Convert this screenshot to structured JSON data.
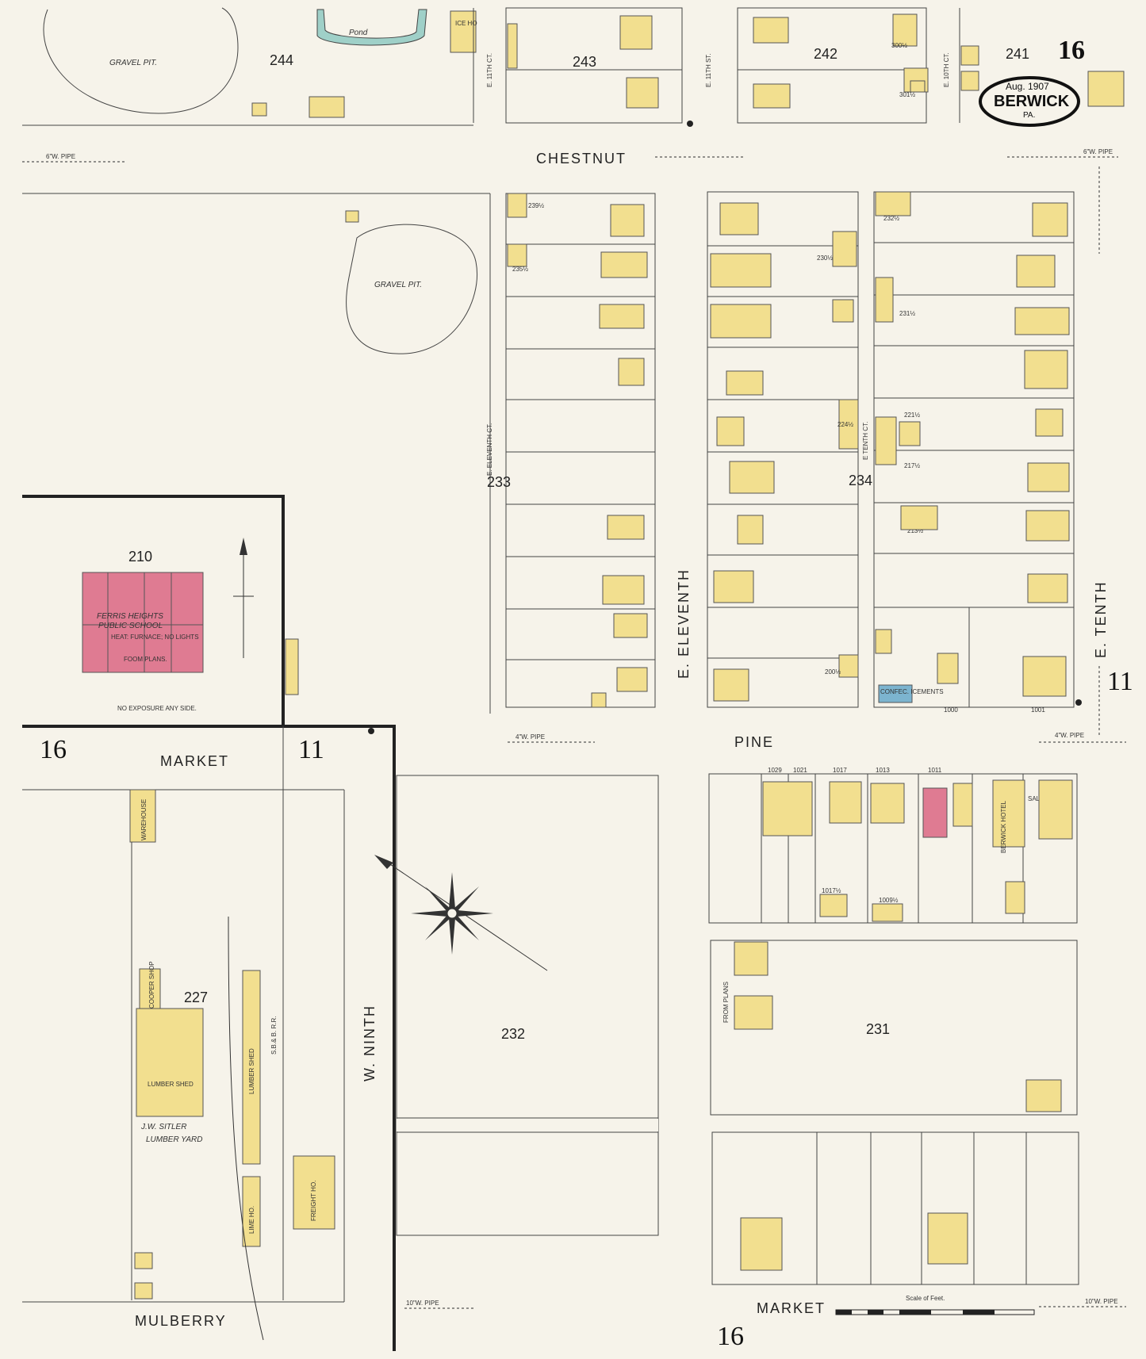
{
  "title": {
    "sheet_number": "16",
    "date": "Aug. 1907",
    "city": "BERWICK",
    "state": "PA."
  },
  "streets": {
    "chestnut": "CHESTNUT",
    "pine": "PINE",
    "market_left": "MARKET",
    "market_bottom": "MARKET",
    "mulberry": "MULBERRY",
    "e_eleventh": "E. ELEVENTH",
    "e_tenth": "E. TENTH",
    "w_ninth": "W. NINTH",
    "e_eleventh_ct": "E. ELEVENTH CT.",
    "e_tenth_ct": "E TENTH CT.",
    "e_11th_ct_top": "E. 11TH CT.",
    "e_11th_st_top": "E. 11TH ST.",
    "e_10th_ct_top": "E. 10TH CT.",
    "sb_rr": "S.B.& B. R.R."
  },
  "blocks": {
    "b244": "244",
    "b243": "243",
    "b242": "242",
    "b241": "241",
    "b233": "233",
    "b234": "234",
    "b210": "210",
    "b227": "227",
    "b232": "232",
    "b231": "231"
  },
  "sheet_refs": {
    "left_16": "16",
    "mid_11": "11",
    "right_11": "11",
    "bottom_16": "16"
  },
  "labels": {
    "pond": "Pond",
    "gravel_pit_1": "GRAVEL PIT.",
    "gravel_pit_2": "GRAVEL PIT.",
    "school_name_1": "FERRIS HEIGHTS",
    "school_name_2": "PUBLIC SCHOOL",
    "school_note": "HEAT: FURNACE; NO LIGHTS",
    "school_frame": "FOOM PLANS.",
    "no_exposure": "NO EXPOSURE ANY SIDE.",
    "ice_house": "ICE HO",
    "warehouse": "WAREHOUSE",
    "cooper_shop": "COOPER SHOP",
    "lumber_shed": "LUMBER SHED",
    "lumber_shed_2": "LUMBER SHED",
    "lumber_yard_1": "J.W. SITLER",
    "lumber_yard_2": "LUMBER YARD",
    "lime_ho": "LIME HO.",
    "freight_ho": "FREIGHT HO.",
    "berwick_hotel": "BERWICK HOTEL",
    "sal": "SAL.",
    "confec": "CONFEC. ICEMENTS",
    "from_plans": "FROM PLANS",
    "scale": "Scale of Feet.",
    "pipe_6": "6\"W. PIPE",
    "pipe_4": "4\"W. PIPE",
    "pipe_10": "10\"W. PIPE"
  },
  "addresses": {
    "a1029": "1029",
    "a1021": "1021",
    "a1017": "1017",
    "a1013": "1013",
    "a1011": "1011",
    "a1017h": "1017½",
    "a1009h": "1009½",
    "a1000": "1000",
    "a1001": "1001",
    "a239h": "239½",
    "a235h": "235½",
    "a232h": "232½",
    "a230h": "230½",
    "a231h": "231½",
    "a221h": "221½",
    "a217h": "217½",
    "a213h": "213½",
    "a224h": "224½",
    "a200h": "200½",
    "a300h": "300½",
    "a301h": "301½"
  },
  "colors": {
    "paper": "#f6f3ea",
    "frame_dwelling": "#f2df8f",
    "brick": "#df7b92",
    "stone": "#7cb4cf"
  }
}
